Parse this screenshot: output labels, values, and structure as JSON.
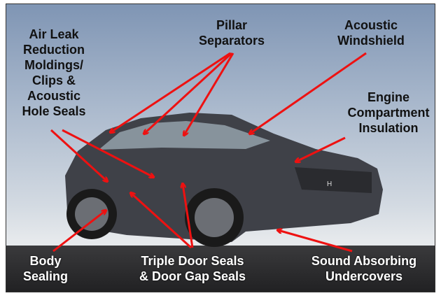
{
  "labels": {
    "air_leak": [
      "Air Leak",
      "Reduction",
      "Moldings/",
      "Clips &",
      "Acoustic",
      "Hole Seals"
    ],
    "pillar": [
      "Pillar",
      "Separators"
    ],
    "windshield": [
      "Acoustic",
      "Windshield"
    ],
    "engine": [
      "Engine",
      "Compartment",
      "Insulation"
    ],
    "body": [
      "Body",
      "Sealing"
    ],
    "door": [
      "Triple Door Seals",
      "& Door Gap Seals"
    ],
    "undercovers": [
      "Sound Absorbing",
      "Undercovers"
    ]
  },
  "colors": {
    "arrow": "#ee1111",
    "car": "#3f4148",
    "road": "#2a2a2c"
  }
}
